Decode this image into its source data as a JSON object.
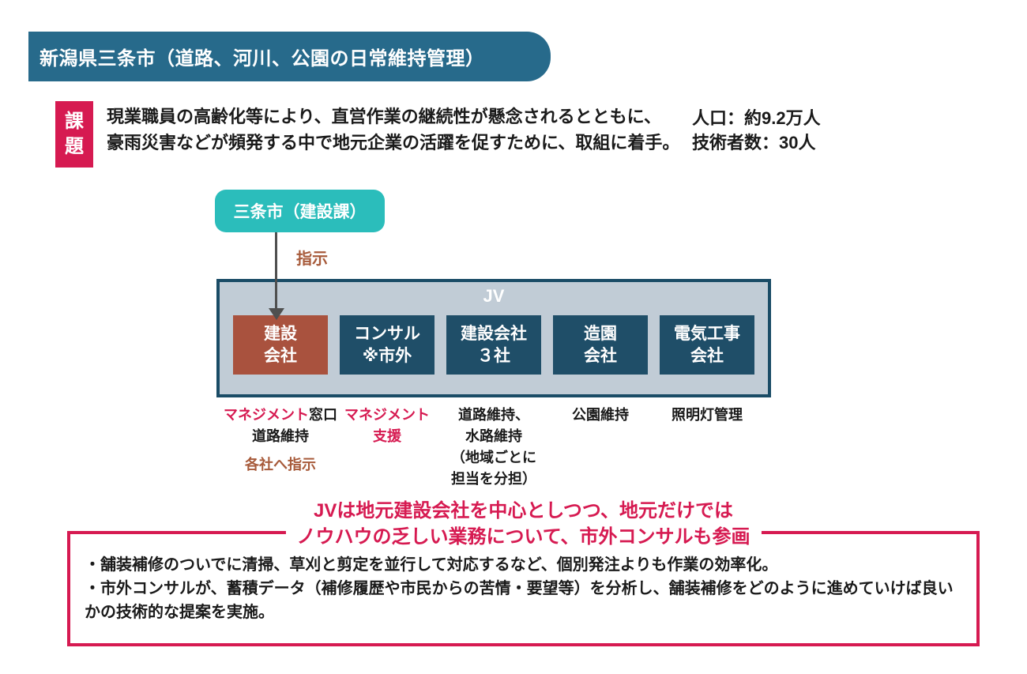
{
  "header": {
    "title": "新潟県三条市（道路、河川、公園の日常維持管理）"
  },
  "challenge": {
    "badge": "課\n題",
    "text": "現業職員の高齢化等により、直営作業の継続性が懸念されるとともに、\n豪雨災害などが頻発する中で地元企業の活躍を促すために、取組に着手。",
    "stats": {
      "population": "人口：約9.2万人",
      "engineers": "技術者数：30人"
    }
  },
  "org": {
    "city_label": "三条市（建設課）",
    "arrow_label": "指示",
    "jv_label": "JV",
    "members": [
      {
        "name": "建設\n会社"
      },
      {
        "name": "コンサル\n※市外"
      },
      {
        "name": "建設会社\n３社"
      },
      {
        "name": "造園\n会社"
      },
      {
        "name": "電気工事\n会社"
      }
    ],
    "roles": {
      "r1_mgmt": "マネジメント",
      "r1_window": "窓口",
      "r1_duty": "道路維持",
      "r1_directive": "各社へ指示",
      "r2_support": "マネジメント\n支援",
      "r3_duty": "道路維持、\n水路維持\n（地域ごとに\n担当を分担）",
      "r4_duty": "公園維持",
      "r5_duty": "照明灯管理"
    }
  },
  "summary": {
    "title": "JVは地元建設会社を中心としつつ、地元だけでは\nノウハウの乏しい業務について、市外コンサルも参画",
    "bullets": "・舗装補修のついでに清掃、草刈と剪定を並行して対応するなど、個別発注よりも作業の効率化。\n・市外コンサルが、蓄積データ（補修履歴や市民からの苦情・要望等）を分析し、舗装補修をどのように進めていけば良いかの技術的な提案を実施。"
  },
  "colors": {
    "banner": "#276a8b",
    "crimson": "#d61a51",
    "teal": "#2bbdbb",
    "navy": "#1f4e68",
    "rust": "#a9523e",
    "jv_fill": "#c1ccd6",
    "jv_border": "#1a4c66",
    "sienna": "#a75a3a",
    "arrow_gray": "#4f4f4f"
  }
}
